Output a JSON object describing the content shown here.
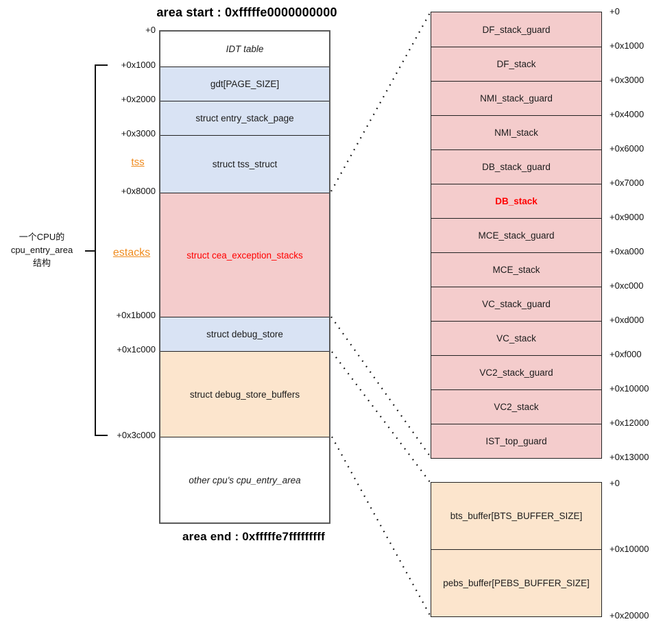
{
  "titles": {
    "area_start": "area start : 0xfffffe0000000000",
    "area_end": "area end : 0xfffffe7fffffffff"
  },
  "side_note": {
    "lines": [
      "一个CPU的",
      "cpu_entry_area",
      "结构"
    ]
  },
  "annotations": {
    "tss": "tss",
    "estacks": "estacks"
  },
  "main_map": {
    "offsets": [
      "+0",
      "+0x1000",
      "+0x2000",
      "+0x3000",
      "+0x8000",
      "+0x1b000",
      "+0x1c000",
      "+0x3c000"
    ],
    "regions": [
      "IDT table",
      "gdt[PAGE_SIZE]",
      "struct entry_stack_page",
      "struct tss_struct",
      "struct cea_exception_stacks",
      "struct debug_store",
      "struct debug_store_buffers",
      "other cpu's cpu_entry_area"
    ]
  },
  "exception_stacks": {
    "rows": [
      "DF_stack_guard",
      "DF_stack",
      "NMI_stack_guard",
      "NMI_stack",
      "DB_stack_guard",
      "DB_stack",
      "MCE_stack_guard",
      "MCE_stack",
      "VC_stack_guard",
      "VC_stack",
      "VC2_stack_guard",
      "VC2_stack",
      "IST_top_guard"
    ],
    "offsets": [
      "+0",
      "+0x1000",
      "+0x3000",
      "+0x4000",
      "+0x6000",
      "+0x7000",
      "+0x9000",
      "+0xa000",
      "+0xc000",
      "+0xd000",
      "+0xf000",
      "+0x10000",
      "+0x12000",
      "+0x13000"
    ]
  },
  "buffers": {
    "rows": [
      "bts_buffer[BTS_BUFFER_SIZE]",
      "pebs_buffer[PEBS_BUFFER_SIZE]"
    ],
    "offsets": [
      "+0",
      "+0x10000",
      "+0x20000"
    ]
  },
  "colors": {
    "blue_fill": "#d9e3f4",
    "pink_fill": "#f4cccc",
    "orange_fill": "#fce5cd",
    "red_text": "#ff0000",
    "orange_label_text": "#ef8b1e",
    "border": "#222222"
  }
}
